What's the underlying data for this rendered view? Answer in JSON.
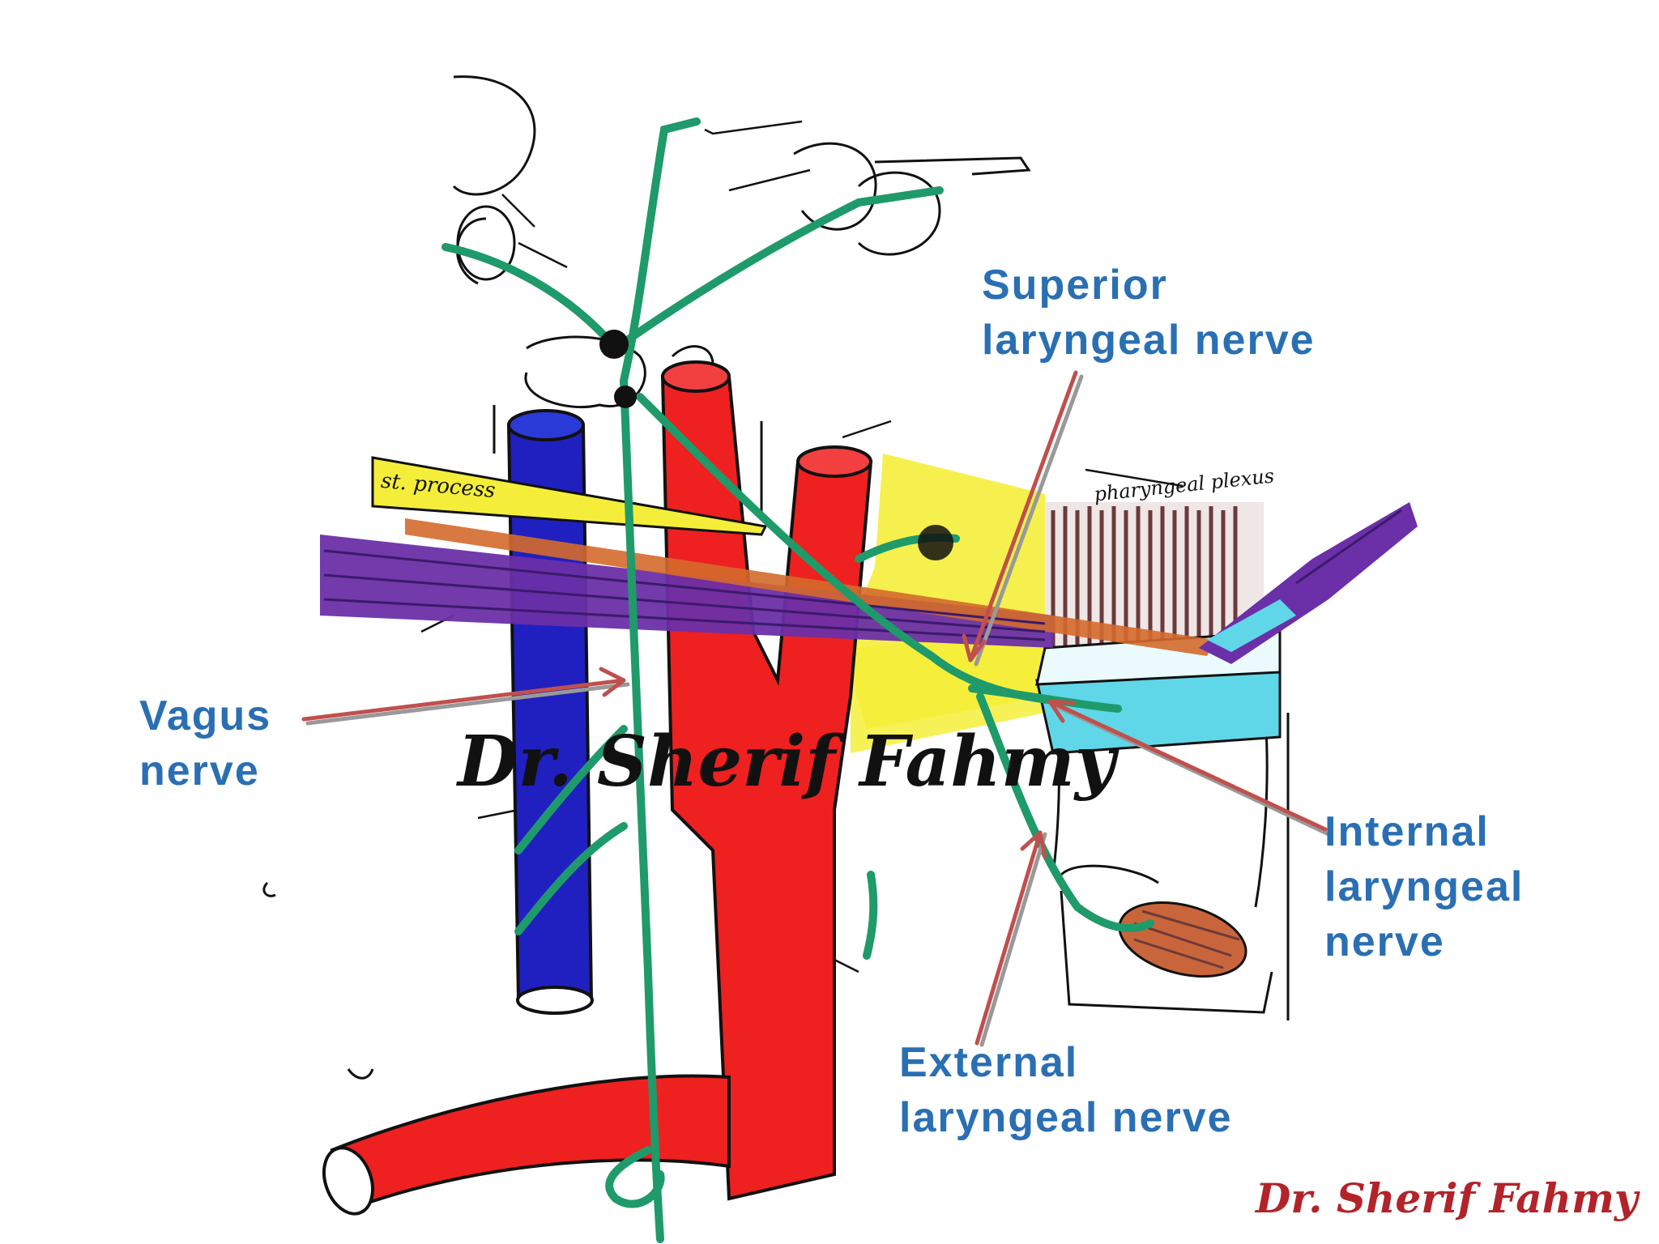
{
  "diagram": {
    "labels": {
      "superior": "Superior\nlaryngeal nerve",
      "vagus": "Vagus\nnerve",
      "internal": "Internal\nlaryngeal\nnerve",
      "external": "External\nlaryngeal nerve"
    },
    "sketch_text": {
      "st_process": "st. process",
      "pharyngeal_plexus": "pharyngeal plexus"
    },
    "watermark": "Dr. Sherif Fahmy",
    "signature": "Dr. Sherif Fahmy",
    "colors": {
      "label": "#2a6fb3",
      "pointer": "#c0504d",
      "nerve": "#1f9a6a",
      "artery": "#ee2020",
      "vein": "#2020c0",
      "muscle_purple": "#6b2fa8",
      "ligament_yellow": "#f4ee3a",
      "cartilage_cyan": "#5fd7e8",
      "muscle_brown": "#6b3a3a",
      "signature": "#b3232a"
    }
  }
}
